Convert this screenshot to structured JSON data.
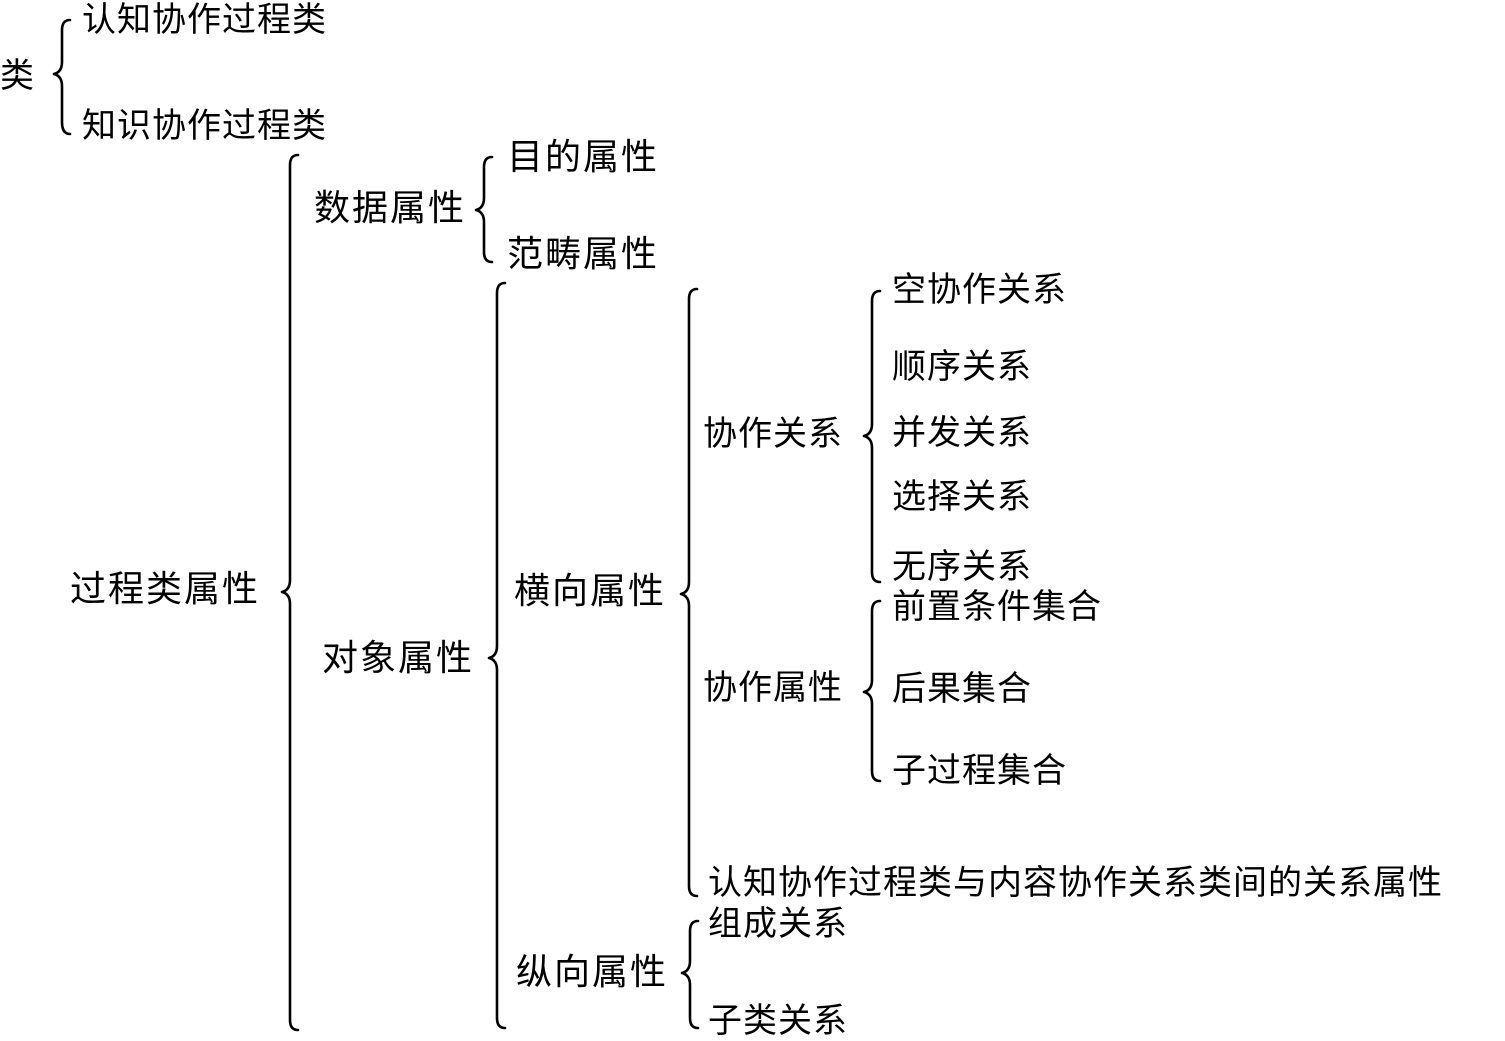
{
  "diagram": {
    "class_tree": {
      "root": "类",
      "children": [
        "认知协作过程类",
        "知识协作过程类"
      ]
    },
    "attribute_tree": {
      "root": "过程类属性",
      "data_attributes": {
        "label": "数据属性",
        "children": [
          "目的属性",
          "范畴属性"
        ]
      },
      "object_attributes": {
        "label": "对象属性",
        "horizontal": {
          "label": "横向属性",
          "collaboration_relations": {
            "label": "协作关系",
            "children": [
              "空协作关系",
              "顺序关系",
              "并发关系",
              "选择关系",
              "无序关系"
            ]
          },
          "collaboration_attributes": {
            "label": "协作属性",
            "children": [
              "前置条件集合",
              "后果集合",
              "子过程集合"
            ]
          },
          "cross_relation": "认知协作过程类与内容协作关系类间的关系属性"
        },
        "vertical": {
          "label": "纵向属性",
          "children": [
            "组成关系",
            "子类关系"
          ]
        }
      }
    }
  }
}
